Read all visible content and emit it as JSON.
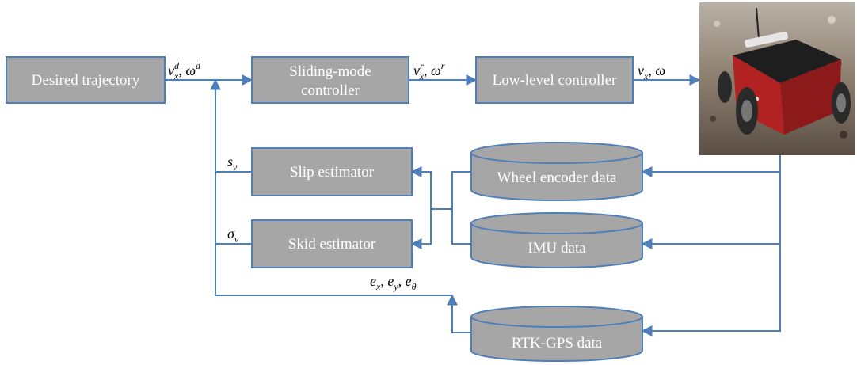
{
  "colors": {
    "box_fill": "#a6a6a6",
    "box_stroke": "#4f7fba",
    "arrow": "#4f7fba",
    "text_on_box": "#ffffff",
    "label_text": "#000000"
  },
  "blocks": {
    "desired_trajectory": "Desired trajectory",
    "sliding_mode_line1": "Sliding-mode",
    "sliding_mode_line2": "controller",
    "low_level": "Low-level controller",
    "slip_estimator": "Slip estimator",
    "skid_estimator": "Skid estimator"
  },
  "databases": {
    "wheel_encoder": "Wheel encoder data",
    "imu": "IMU data",
    "rtk_gps": "RTK-GPS data"
  },
  "signals": {
    "desired": {
      "v": "v",
      "v_sup": "d",
      "v_sub": "x",
      "sep": ", ",
      "w": "ω",
      "w_sup": "d"
    },
    "reference": {
      "v": "v",
      "v_sup": "r",
      "v_sub": "x",
      "sep": ", ",
      "w": "ω",
      "w_sup": "r"
    },
    "actual": {
      "v": "v",
      "v_sub": "x",
      "sep": ", ",
      "w": "ω"
    },
    "slip": {
      "s": "s",
      "s_sub": "v"
    },
    "skid": {
      "s": "σ",
      "s_sub": "v"
    },
    "errors": {
      "e": "e",
      "x": "x",
      "y": "y",
      "t": "θ",
      "sep": ", "
    }
  },
  "robot_photo": {
    "icon": "mobile-robot-photo"
  }
}
